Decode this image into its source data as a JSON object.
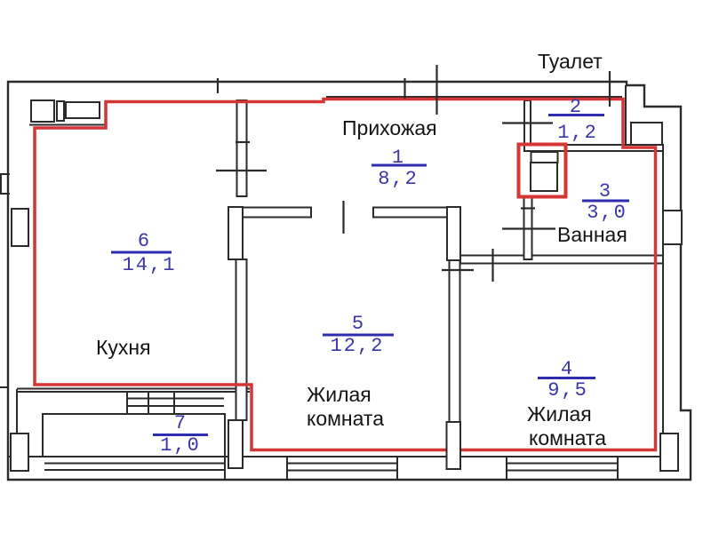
{
  "plan": {
    "type": "apartment-floor-plan",
    "colors": {
      "walls": "#2b2b2b",
      "apartment_outline": "#d53535",
      "figure_blue": "#3c35a8",
      "underline_blue": "#2d2dae",
      "label_black": "#141414",
      "background": "#ffffff"
    }
  },
  "rooms": [
    {
      "number": "1",
      "area": "8,2",
      "name": "Прихожая"
    },
    {
      "number": "2",
      "area": "1,2",
      "name": "Туалет"
    },
    {
      "number": "3",
      "area": "3,0",
      "name": "Ванная"
    },
    {
      "number": "4",
      "area": "9,5",
      "name_line1": "Жилая",
      "name_line2": "комната"
    },
    {
      "number": "5",
      "area": "12,2",
      "name_line1": "Жилая",
      "name_line2": "комната"
    },
    {
      "number": "6",
      "area": "14,1",
      "name": "Кухня"
    },
    {
      "number": "7",
      "area": "1,0"
    }
  ]
}
